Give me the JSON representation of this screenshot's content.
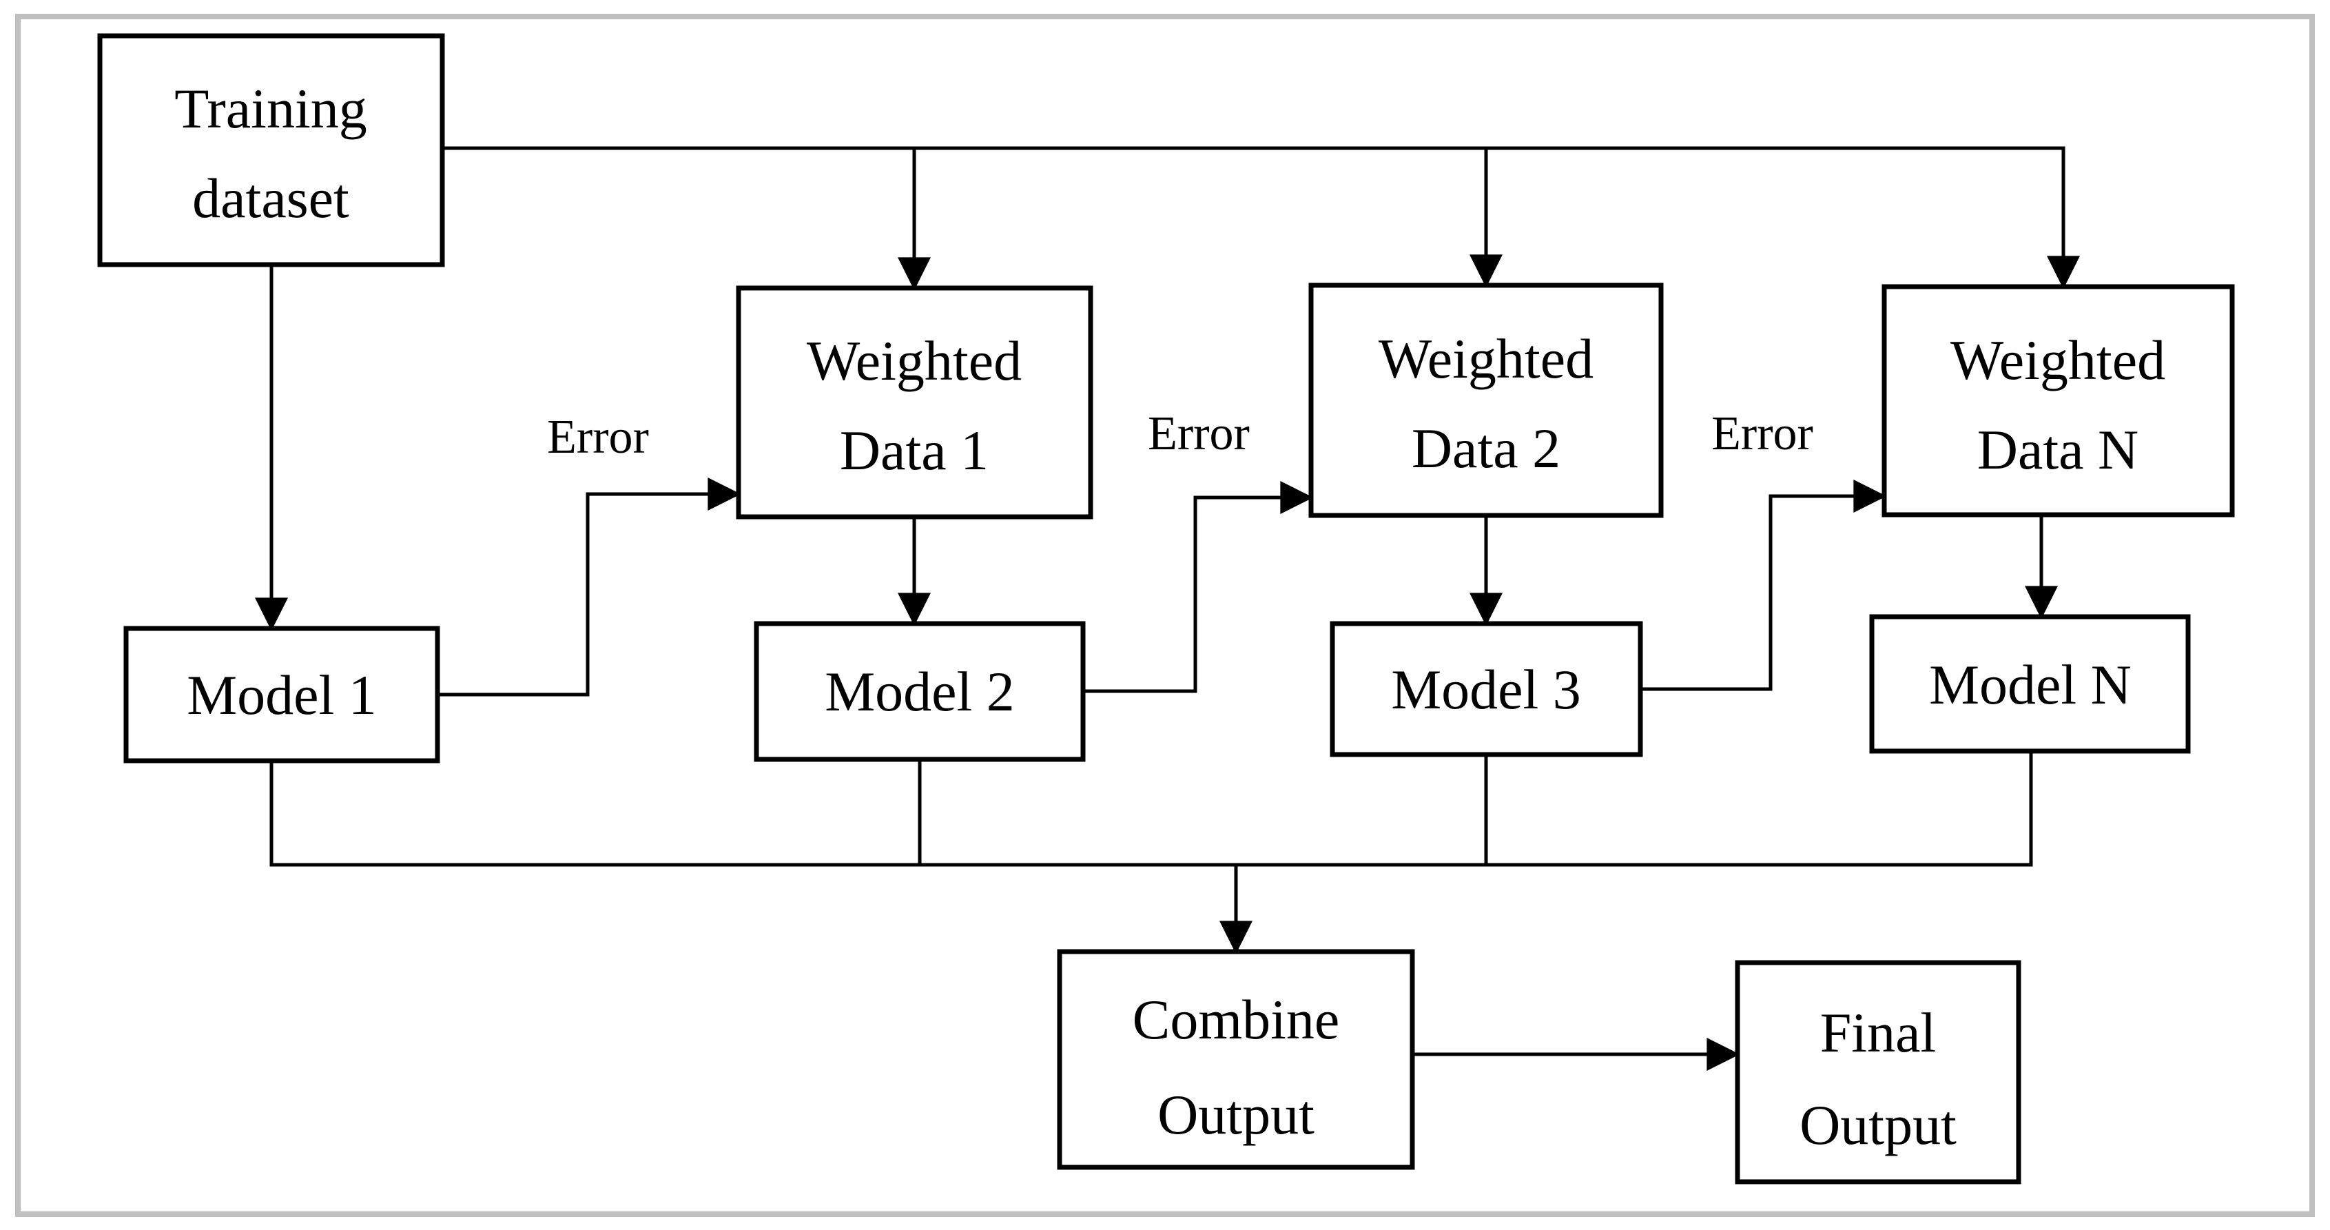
{
  "nodes": {
    "training": {
      "line1": "Training",
      "line2": "dataset"
    },
    "wd1": {
      "line1": "Weighted",
      "line2": "Data 1"
    },
    "wd2": {
      "line1": "Weighted",
      "line2": "Data 2"
    },
    "wdn": {
      "line1": "Weighted",
      "line2": "Data N"
    },
    "m1": {
      "label": "Model 1"
    },
    "m2": {
      "label": "Model 2"
    },
    "m3": {
      "label": "Model 3"
    },
    "mn": {
      "label": "Model N"
    },
    "combine": {
      "line1": "Combine",
      "line2": "Output"
    },
    "final": {
      "line1": "Final",
      "line2": "Output"
    }
  },
  "edge_labels": {
    "error1": "Error",
    "error2": "Error",
    "error3": "Error"
  },
  "colors": {
    "line": "#000000",
    "box_fill": "#ffffff",
    "frame": "#c0c0c0",
    "background": "#ffffff"
  }
}
